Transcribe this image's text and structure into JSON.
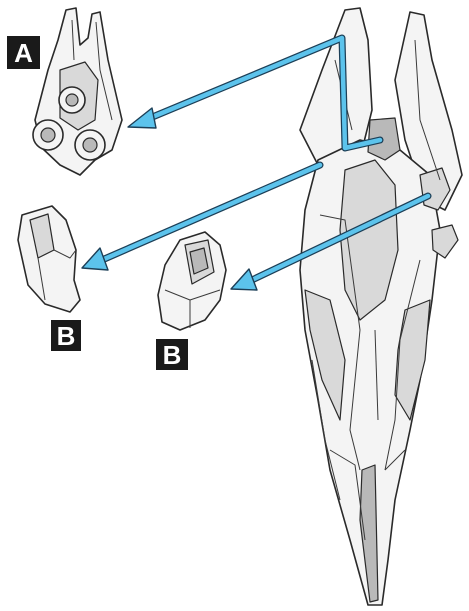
{
  "labels": {
    "part_a": "A",
    "part_b_left": "B",
    "part_b_center": "B"
  },
  "colors": {
    "arrow": "#5cc3ec",
    "arrow_outline": "#1c3f57",
    "label_background": "#1a1a1a",
    "label_text": "#ffffff",
    "part_fill": "#f4f4f4"
  }
}
